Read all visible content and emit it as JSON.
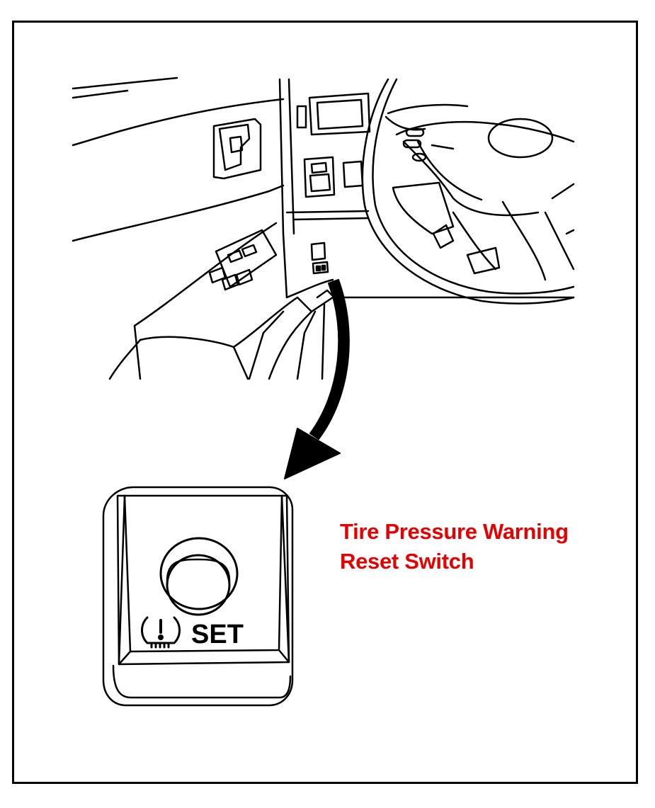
{
  "callout": {
    "line1": "Tire Pressure Warning",
    "line2": "Reset Switch",
    "color": "#e60000"
  },
  "switch": {
    "label": "SET",
    "icon": "tire-pressure-warning-icon"
  },
  "icons": {
    "arrow": "curved-arrow-icon",
    "steering_wheel": "steering-wheel-icon"
  }
}
